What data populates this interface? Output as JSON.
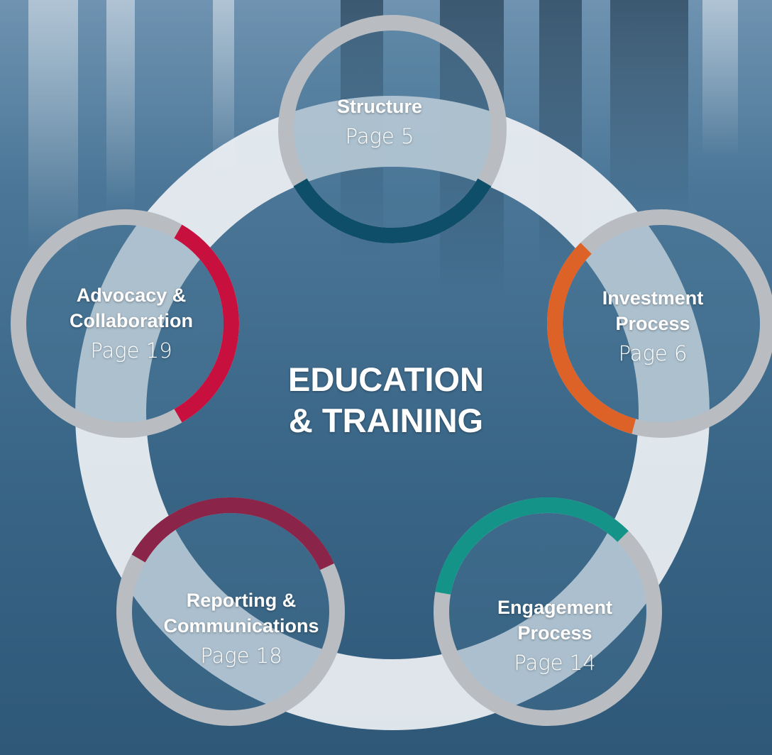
{
  "center": {
    "title": "EDUCATION\n& TRAINING"
  },
  "nodes": [
    {
      "id": "structure",
      "title": "Structure",
      "page": "Page 5",
      "color": "#0f4e68"
    },
    {
      "id": "investment",
      "title": "Investment\nProcess",
      "page": "Page 6",
      "color": "#dc6227"
    },
    {
      "id": "engagement",
      "title": "Engagement\nProcess",
      "page": "Page 14",
      "color": "#149488"
    },
    {
      "id": "reporting",
      "title": "Reporting &\nCommunications",
      "page": "Page 18",
      "color": "#8a2449"
    },
    {
      "id": "advocacy",
      "title": "Advocacy &\nCollaboration",
      "page": "Page 19",
      "color": "#c8103f"
    }
  ],
  "colors": {
    "ring_track": "#eef1f4",
    "node_ring": "#b9bcc1",
    "text": "#ffffff"
  }
}
